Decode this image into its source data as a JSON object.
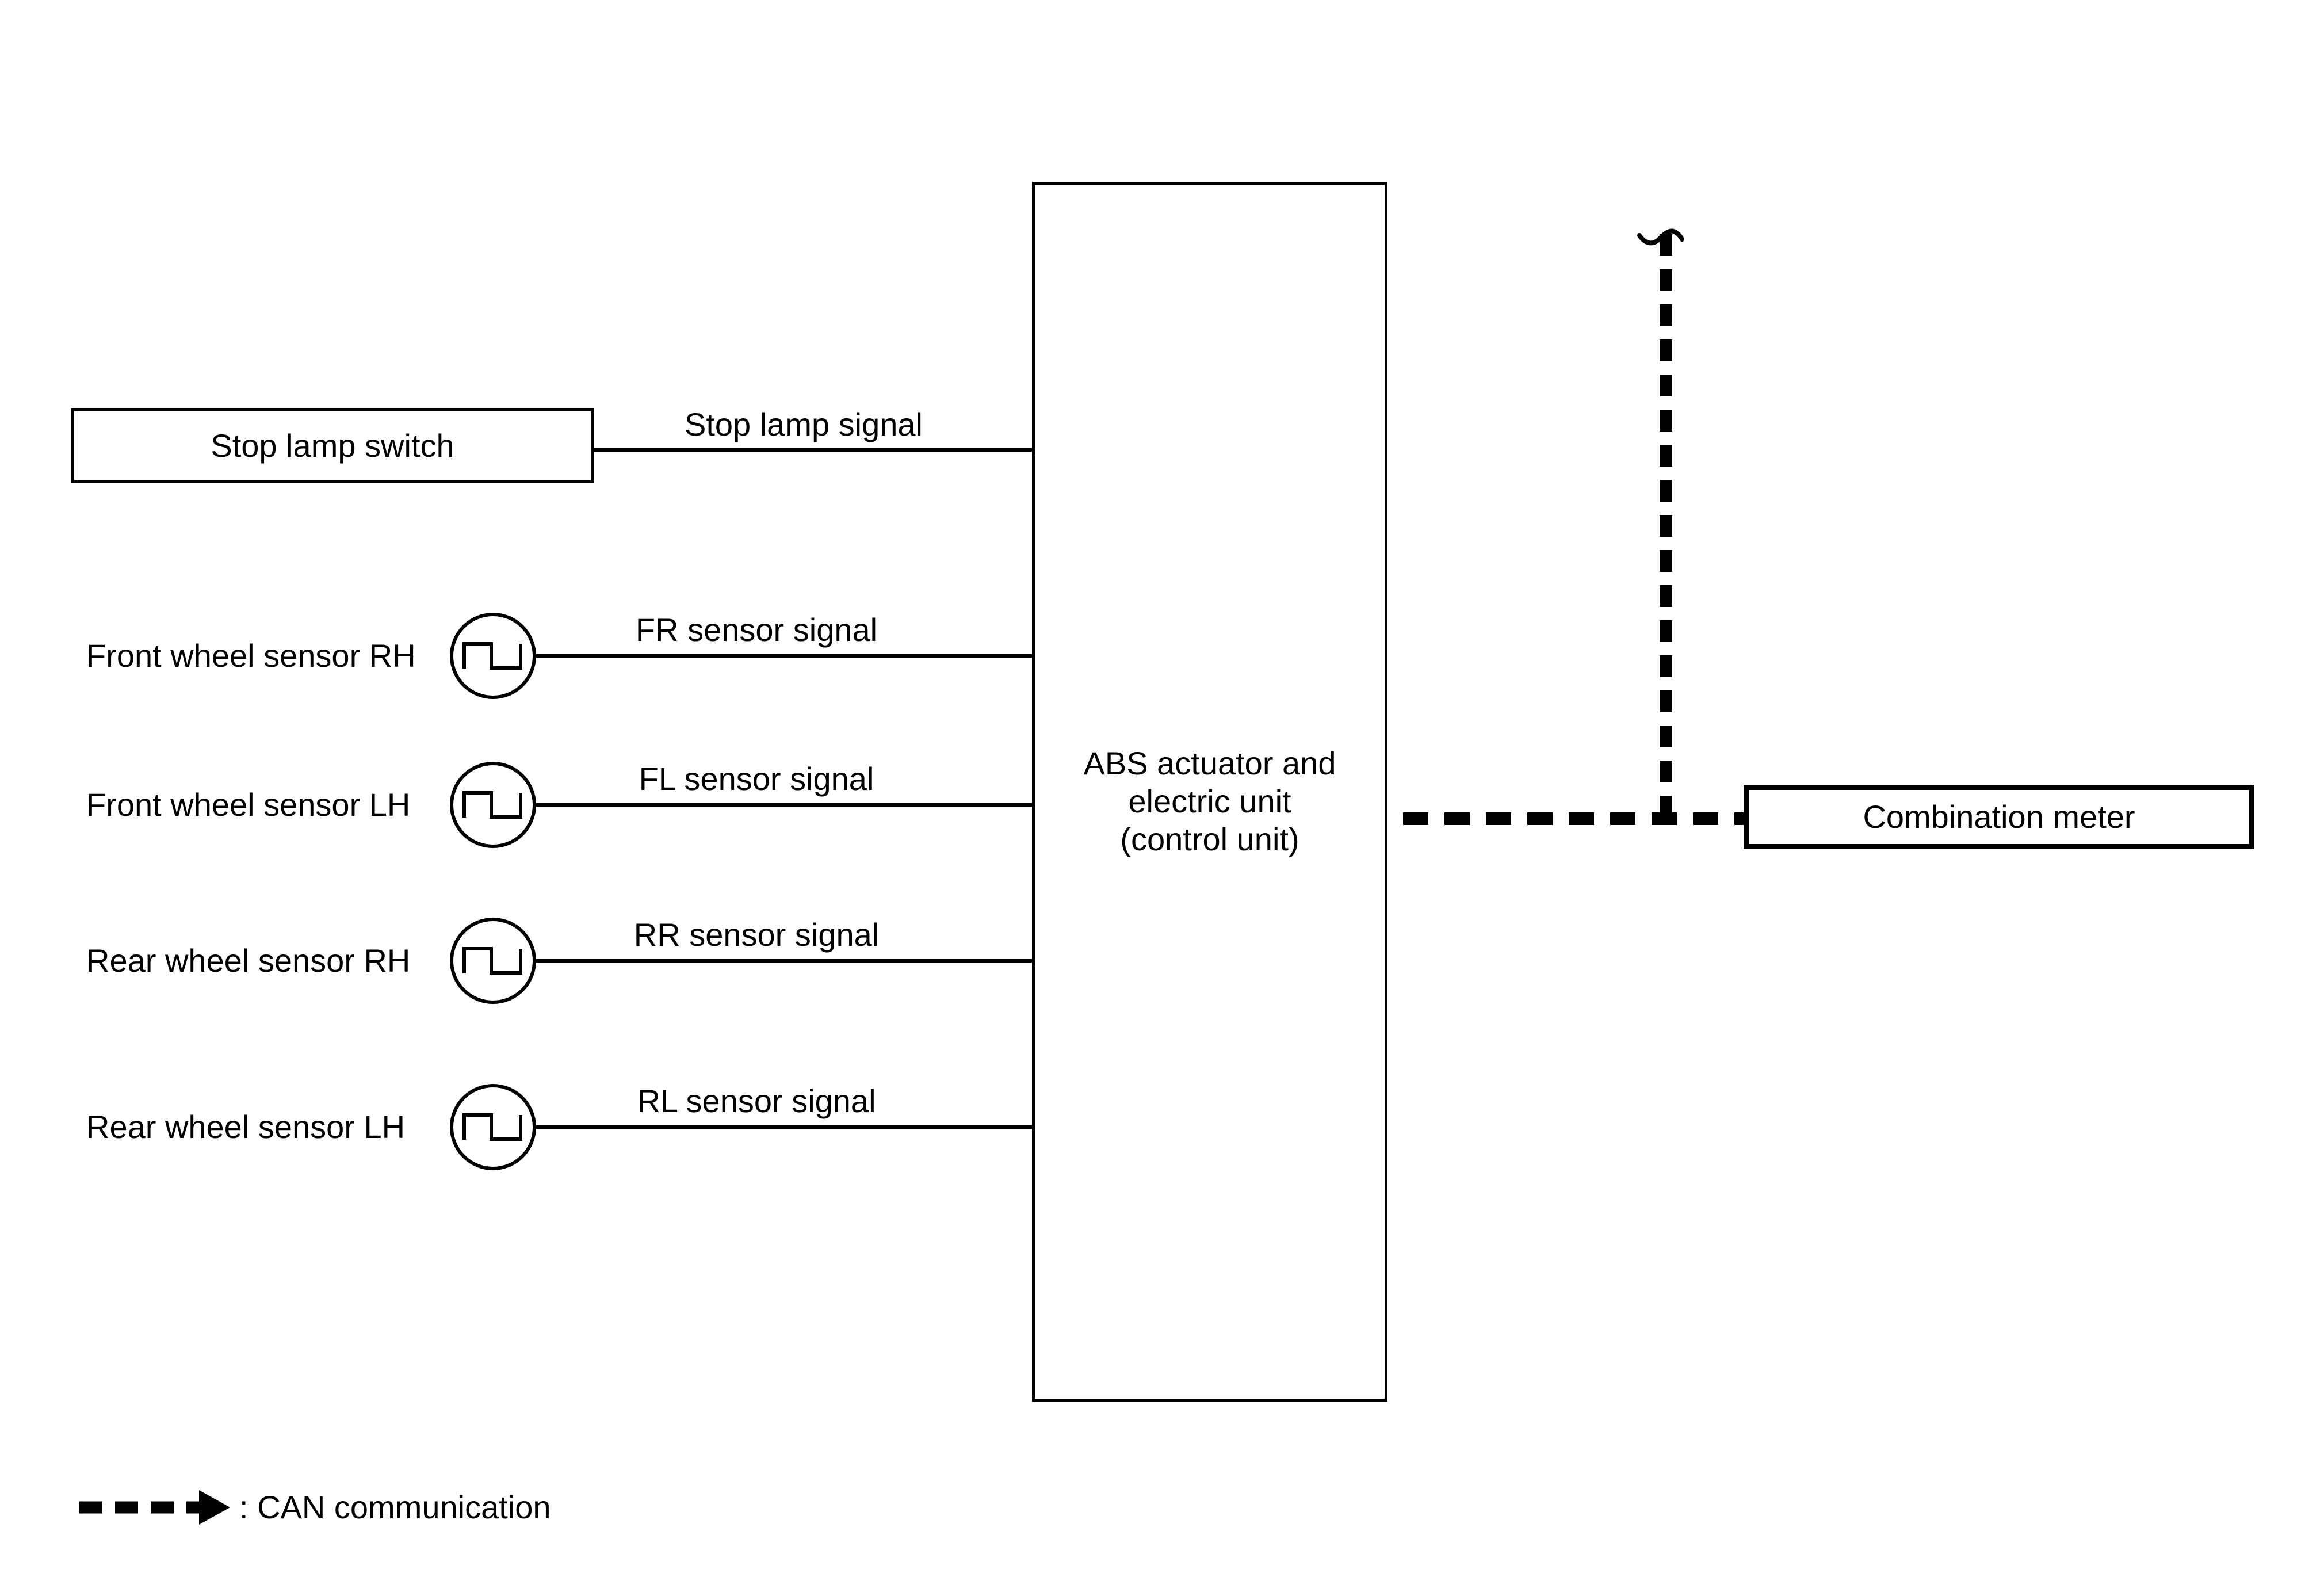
{
  "colors": {
    "ink": "#000000",
    "background": "#ffffff"
  },
  "nodes": {
    "stop_lamp_switch": {
      "label": "Stop lamp switch"
    },
    "abs_unit": {
      "lines": [
        "ABS actuator and",
        "electric unit",
        "(control unit)"
      ]
    },
    "combination_meter": {
      "label": "Combination meter"
    }
  },
  "stop_lamp": {
    "signal": "Stop lamp signal"
  },
  "sensors": [
    {
      "label": "Front wheel sensor RH",
      "signal": "FR sensor signal"
    },
    {
      "label": "Front wheel sensor LH",
      "signal": "FL sensor signal"
    },
    {
      "label": "Rear wheel sensor RH",
      "signal": "RR sensor signal"
    },
    {
      "label": "Rear wheel sensor LH",
      "signal": "RL sensor signal"
    }
  ],
  "legend": {
    "label": ": CAN communication",
    "symbol": "can-dashed-arrow"
  }
}
